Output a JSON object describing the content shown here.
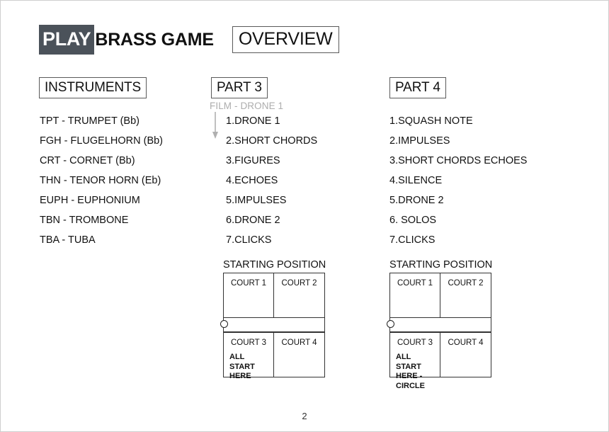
{
  "header": {
    "play_badge": "PLAY",
    "title": "BRASS GAME",
    "overview": "OVERVIEW",
    "badge_color": "#4b525a",
    "badge_text_color": "#ffffff"
  },
  "columns": {
    "instruments": {
      "heading": "INSTRUMENTS",
      "items": [
        "TPT - TRUMPET (Bb)",
        "FGH - FLUGELHORN (Bb)",
        "CRT - CORNET (Bb)",
        "THN - TENOR HORN (Eb)",
        "EUPH - EUPHONIUM",
        "TBN - TROMBONE",
        "TBA - TUBA"
      ]
    },
    "part3": {
      "heading": "PART 3",
      "film_note": "FILM - DRONE 1",
      "film_note_color": "#adadad",
      "arrow_icon": "arrow-down-icon",
      "items": [
        "1.DRONE 1",
        "2.SHORT CHORDS",
        "3.FIGURES",
        "4.ECHOES",
        "5.IMPULSES",
        "6.DRONE 2",
        "7.CLICKS"
      ],
      "starting_position": {
        "title": "STARTING POSITION",
        "courts": [
          "COURT 1",
          "COURT 2",
          "COURT 3",
          "COURT 4"
        ],
        "start_note": "ALL\nSTART\nHERE",
        "marker_icon": "circle-marker-icon"
      }
    },
    "part4": {
      "heading": "PART 4",
      "items": [
        "1.SQUASH NOTE",
        "2.IMPULSES",
        "3.SHORT CHORDS ECHOES",
        "4.SILENCE",
        "5.DRONE 2",
        "6. SOLOS",
        "7.CLICKS"
      ],
      "starting_position": {
        "title": "STARTING POSITION",
        "courts": [
          "COURT 1",
          "COURT 2",
          "COURT 3",
          "COURT 4"
        ],
        "start_note": "ALL\nSTART\nHERE -\nCIRCLE",
        "marker_icon": "circle-marker-icon"
      }
    }
  },
  "footer": {
    "page_number": "2"
  }
}
